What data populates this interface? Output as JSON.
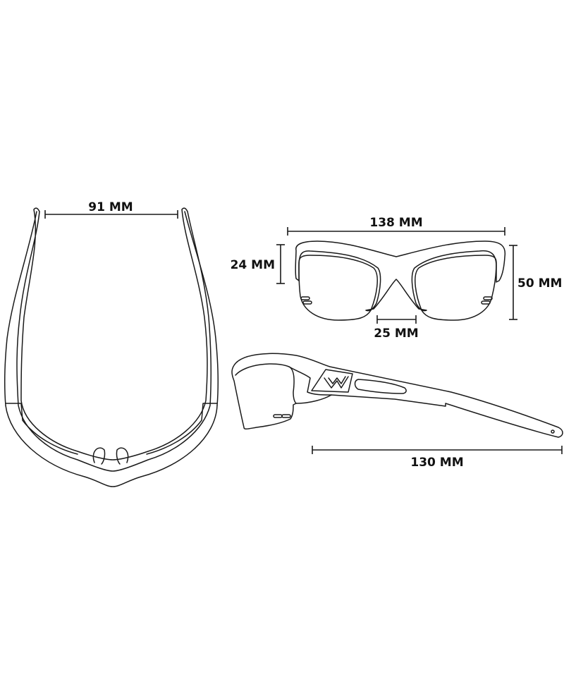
{
  "views": {
    "top": {
      "dimensions": {
        "temple_width": "91 MM"
      }
    },
    "front": {
      "dimensions": {
        "frame_width": "138 MM",
        "lens_height": "24 MM",
        "frame_height": "50 MM",
        "bridge_width": "25 MM"
      }
    },
    "side": {
      "dimensions": {
        "temple_length": "130 MM"
      }
    }
  },
  "colors": {
    "line": "#1a1a1a",
    "background": "#ffffff"
  }
}
